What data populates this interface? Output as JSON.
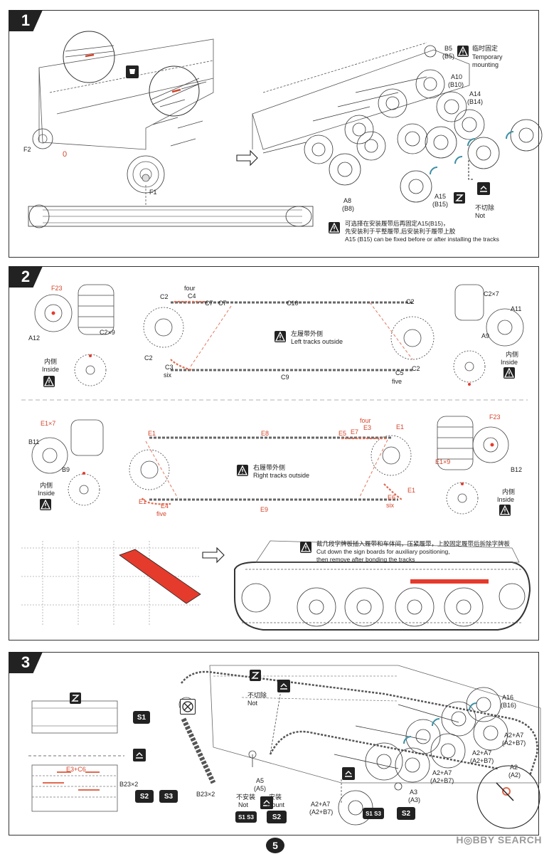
{
  "page_number": "5",
  "watermark": "H◎BBY SEARCH",
  "step1": {
    "num": "1",
    "labels": {
      "f2": "F2",
      "zero": "0",
      "f1": "F1",
      "b5": "B5",
      "b5b": "(B5)",
      "a10": "A10",
      "a10b": "(B10)",
      "a14": "A14",
      "a14b": "(B14)",
      "a8": "A8",
      "a8b": "(B8)",
      "a15": "A15",
      "a15b": "(B15)",
      "temp_cn": "临时固定",
      "temp_en1": "Temporary",
      "temp_en2": "mounting",
      "notcut_cn": "不切除",
      "notcut_en": "Not"
    },
    "note_cn1": "可选择在安装履带后再固定A15(B15)，",
    "note_cn2": "先安装利于平整履带,后安装利于履带上胶",
    "note_en": "A15 (B15) can be fixed before or after installing the tracks"
  },
  "step2": {
    "num": "2",
    "left": {
      "f23": "F23",
      "a12": "A12",
      "c2x9": "C2×9",
      "inside_cn": "内侧",
      "inside_en": "Inside",
      "c2a": "C2",
      "four": "four",
      "c4": "C4",
      "c7a": "C7",
      "c7b": "C7",
      "c10": "C10",
      "c2b": "C2",
      "c2c": "C2",
      "c3": "C3",
      "six": "six",
      "c9": "C9",
      "c5": "C5",
      "five": "five",
      "c2d": "C2",
      "tracks_cn": "左履带外侧",
      "tracks_en": "Left tracks outside",
      "c2x7": "C2×7",
      "a11": "A11",
      "a9": "A9",
      "inside2_cn": "内侧",
      "inside2_en": "Inside"
    },
    "right": {
      "e1x7": "E1×7",
      "b11": "B11",
      "b9": "B9",
      "inside_cn": "内侧",
      "inside_en": "Inside",
      "e1a": "E1",
      "e8": "E8",
      "e5": "E5",
      "e7": "E7",
      "four": "four",
      "e3": "E3",
      "e1b": "E1",
      "tracks_cn": "右履带外侧",
      "tracks_en": "Right tracks outside",
      "e1c": "E1",
      "e4": "E4",
      "five": "five",
      "e9": "E9",
      "e6": "E6",
      "six": "six",
      "e1d": "E1",
      "f23": "F23",
      "e1x9": "E1×9",
      "b12": "B12",
      "inside2_cn": "内侧",
      "inside2_en": "Inside"
    },
    "sign_cn": "截几段字牌板插入履带和车体间，压紧履带，上胶固定履带后拆除字牌板",
    "sign_en1": "Cut down the sign boards for auxiliary positioning,",
    "sign_en2": "then remove after bonding the tracks"
  },
  "step3": {
    "num": "3",
    "s1": "S1",
    "s2": "S2",
    "s3": "S3",
    "e3c6": "E3+C6",
    "b23x2": "B23×2",
    "b23x2b": "B23×2",
    "notcut_cn": "不切除",
    "notcut_en": "Not",
    "a5": "A5",
    "a5b": "(A5)",
    "not_cn": "不安装",
    "not_en": "Not",
    "mount_cn": "安装",
    "mount_en": "Mount",
    "s1s3": "S1 S3",
    "s1s3b": "S1 S3",
    "a16": "A16",
    "a16b": "(B16)",
    "a2a7a": "A2+A7",
    "a2b7a": "(A2+B7)",
    "a2a7b": "A2+A7",
    "a2b7b": "(A2+B7)",
    "a2a7c": "A2+A7",
    "a2b7c": "(A2+B7)",
    "a2a7d": "A2+A7",
    "a2b7d": "(A2+B7)",
    "a3": "A3",
    "a3b": "(A3)",
    "a2": "A2",
    "a2b": "(A2)"
  }
}
